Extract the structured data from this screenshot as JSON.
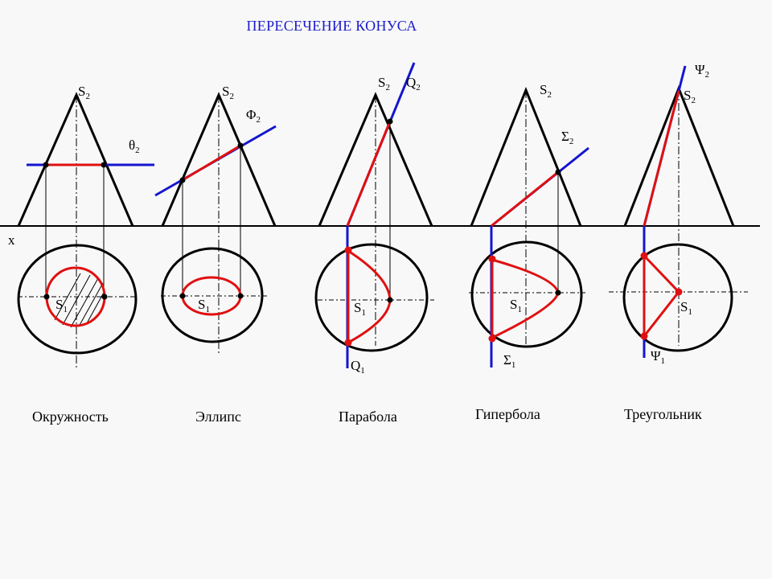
{
  "title": "ПЕРЕСЕЧЕНИЕ КОНУСА",
  "axis_label": "x",
  "colors": {
    "outline": "#000000",
    "section": "#e01010",
    "plane": "#1515d0",
    "title": "#1a1acc",
    "background": "#f8f8f8"
  },
  "panels": [
    {
      "caption": "Окружность",
      "apex_label": "S",
      "apex_sub": "2",
      "center_label": "S",
      "center_sub": "1",
      "plane_label": "θ",
      "plane_sub": "2"
    },
    {
      "caption": "Эллипс",
      "apex_label": "S",
      "apex_sub": "2",
      "center_label": "S",
      "center_sub": "1",
      "plane_label": "Φ",
      "plane_sub": "2"
    },
    {
      "caption": "Парабола",
      "apex_label": "S",
      "apex_sub": "2",
      "center_label": "S",
      "center_sub": "1",
      "plane_label": "Q",
      "plane_sub": "2",
      "plane_label_h": "Q",
      "plane_sub_h": "1"
    },
    {
      "caption": "Гипербола",
      "apex_label": "S",
      "apex_sub": "2",
      "center_label": "S",
      "center_sub": "1",
      "plane_label": "Σ",
      "plane_sub": "2",
      "plane_label_h": "Σ",
      "plane_sub_h": "1"
    },
    {
      "caption": "Треугольник",
      "apex_label": "S",
      "apex_sub": "2",
      "center_label": "S",
      "center_sub": "1",
      "plane_label": "Ψ",
      "plane_sub": "2",
      "plane_label_h": "Ψ",
      "plane_sub_h": "1"
    }
  ]
}
